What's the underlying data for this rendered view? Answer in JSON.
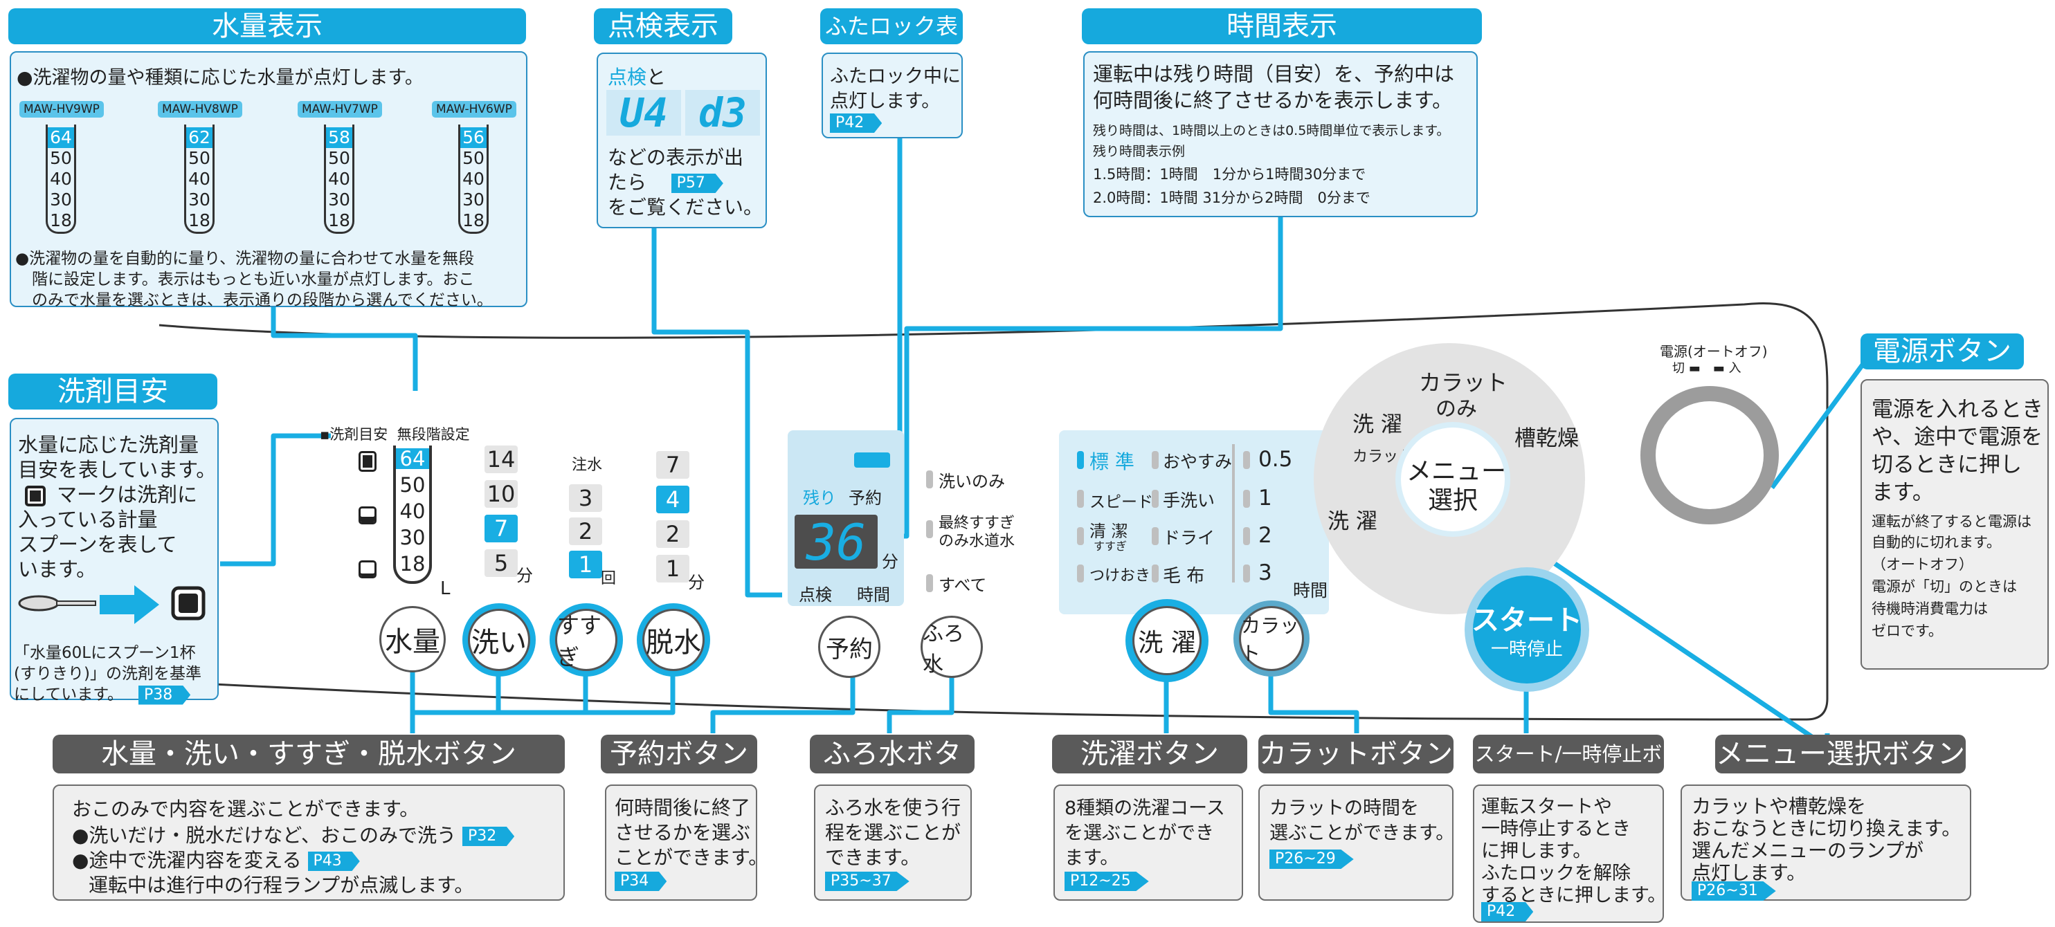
{
  "sections": {
    "water": {
      "title": "水量表示",
      "desc": "●洗濯物の量や種類に応じた水量が点灯します。",
      "models": [
        {
          "name": "MAW-HV9WP",
          "top": "64"
        },
        {
          "name": "MAW-HV8WP",
          "top": "62"
        },
        {
          "name": "MAW-HV7WP",
          "top": "58"
        },
        {
          "name": "MAW-HV6WP",
          "top": "56"
        }
      ],
      "levels": [
        "50",
        "40",
        "30",
        "18"
      ],
      "note_lines": [
        "●洗濯物の量を自動的に量り、洗濯物の量に合わせて水量を無段",
        "階に設定します。表示はもっとも近い水量が点灯します。おこ",
        "のみで水量を選ぶときは、表示通りの段階から選んでください。"
      ]
    },
    "check": {
      "title": "点検表示",
      "line1_highlight": "点検",
      "line1_rest": "と",
      "code1": "U4",
      "code2": "d3",
      "line2": "などの表示が出",
      "line3": "たら",
      "ref": "P57",
      "line4": "をご覧ください。"
    },
    "lid": {
      "title": "ふたロック表示",
      "line1": "ふたロック中に",
      "line2": "点灯します。",
      "ref": "P42"
    },
    "time": {
      "title": "時間表示",
      "line1": "運転中は残り時間（目安）を、予約中は",
      "line2": "何時間後に終了させるかを表示します。",
      "small1": "残り時間は、1時間以上のときは0.5時間単位で表示します。",
      "small2": "残り時間表示例",
      "small3": "1.5時間：1時間　1分から1時間30分まで",
      "small4": "2.0時間：1時間 31分から2時間　0分まで"
    },
    "detergent": {
      "title": "洗剤目安",
      "lines": [
        "水量に応じた洗剤量",
        "目安を表しています。",
        "マークは洗剤に",
        "入っている計量",
        "スプーンを表して",
        "います。"
      ],
      "foot1": "「水量60Lにスプーン1杯",
      "foot2": "(すりきり)」の洗剤を基準",
      "foot3": "にしています。",
      "ref": "P38"
    },
    "power": {
      "title": "電源ボタン",
      "lines": [
        "電源を入れるとき",
        "や、途中で電源を",
        "切るときに押し",
        "ます。"
      ],
      "small": [
        "運転が終了すると電源は",
        "自動的に切れます。",
        "（オートオフ）",
        "電源が「切」のときは",
        "待機時消費電力は",
        "ゼロです。"
      ]
    }
  },
  "panel": {
    "gauge_header_1": "洗剤目安",
    "gauge_header_2": "無段階設定",
    "gauge_values": [
      "64",
      "50",
      "40",
      "30",
      "18"
    ],
    "gauge_unit": "L",
    "wash": {
      "values": [
        "14",
        "10",
        "7",
        "5"
      ],
      "unit": "分",
      "active": "7"
    },
    "rinse": {
      "label": "注水",
      "values": [
        "3",
        "2",
        "1"
      ],
      "unit": "回",
      "active": "1"
    },
    "spin": {
      "values": [
        "7",
        "4",
        "2",
        "1"
      ],
      "unit": "分",
      "active": "4"
    },
    "buttons": {
      "water": "水量",
      "wash": "洗い",
      "rinse": "すすぎ",
      "spin": "脱水",
      "reserve": "予約",
      "bath": "ふろ水",
      "laundry": "洗 濯",
      "karat": "カラット",
      "start_main": "スタート",
      "start_sub": "一時停止",
      "menu_1": "メニュー",
      "menu_2": "選択"
    },
    "display": {
      "remain": "残り",
      "reserve": "予約",
      "digits": "36",
      "unit": "分",
      "check": "点検",
      "time": "時間"
    },
    "options": [
      "洗いのみ",
      "最終すすぎ",
      "のみ水道水",
      "すべて"
    ],
    "courses": [
      {
        "left": "標 準",
        "right": "おやすみ"
      },
      {
        "left": "スピード",
        "right": "手洗い"
      },
      {
        "left": "清 潔",
        "sub": "すすぎ",
        "right": "ドライ"
      },
      {
        "left": "つけおき",
        "right": "毛 布"
      }
    ],
    "hours": [
      "0.5",
      "1",
      "2",
      "3"
    ],
    "hours_unit": "時間",
    "menu_ring": {
      "top_1": "カラット",
      "top_2": "のみ",
      "left_1": "洗 濯",
      "left_2": "カラット",
      "right": "槽乾燥",
      "bottom_left": "洗 濯"
    },
    "power_label": "電源(オートオフ)",
    "power_sub": "切 ▬　▬ 入"
  },
  "bottom": {
    "b1": {
      "title": "水量・洗い・すすぎ・脱水ボタン",
      "lines": [
        "おこのみで内容を選ぶことができます。",
        "●洗いだけ・脱水だけなど、おこのみで洗う",
        "●途中で洗濯内容を変える",
        "運転中は進行中の行程ランプが点滅します。"
      ],
      "ref1": "P32",
      "ref2": "P43"
    },
    "b2": {
      "title": "予約ボタン",
      "lines": [
        "何時間後に終了",
        "させるかを選ぶ",
        "ことができます。"
      ],
      "ref": "P34"
    },
    "b3": {
      "title": "ふろ水ボタン",
      "lines": [
        "ふろ水を使う行",
        "程を選ぶことが",
        "できます。"
      ],
      "ref": "P35~37"
    },
    "b4": {
      "title": "洗濯ボタン",
      "lines": [
        "8種類の洗濯コース",
        "を選ぶことができ",
        "ます。"
      ],
      "ref": "P12~25"
    },
    "b5": {
      "title": "カラットボタン",
      "lines": [
        "カラットの時間を",
        "選ぶことができます。"
      ],
      "ref": "P26~29"
    },
    "b6": {
      "title": "スタート/一時停止ボタン",
      "lines": [
        "運転スタートや",
        "一時停止するとき",
        "に押します。",
        "ふたロックを解除",
        "するときに押します。"
      ],
      "ref": "P42"
    },
    "b7": {
      "title": "メニュー選択ボタン",
      "lines": [
        "カラットや槽乾燥を",
        "おこなうときに切り換えます。",
        "選んだメニューのランプが",
        "点灯します。"
      ],
      "ref": "P26~31"
    }
  },
  "colors": {
    "accent": "#16a9dd",
    "gray_header": "#5a5a5a"
  }
}
